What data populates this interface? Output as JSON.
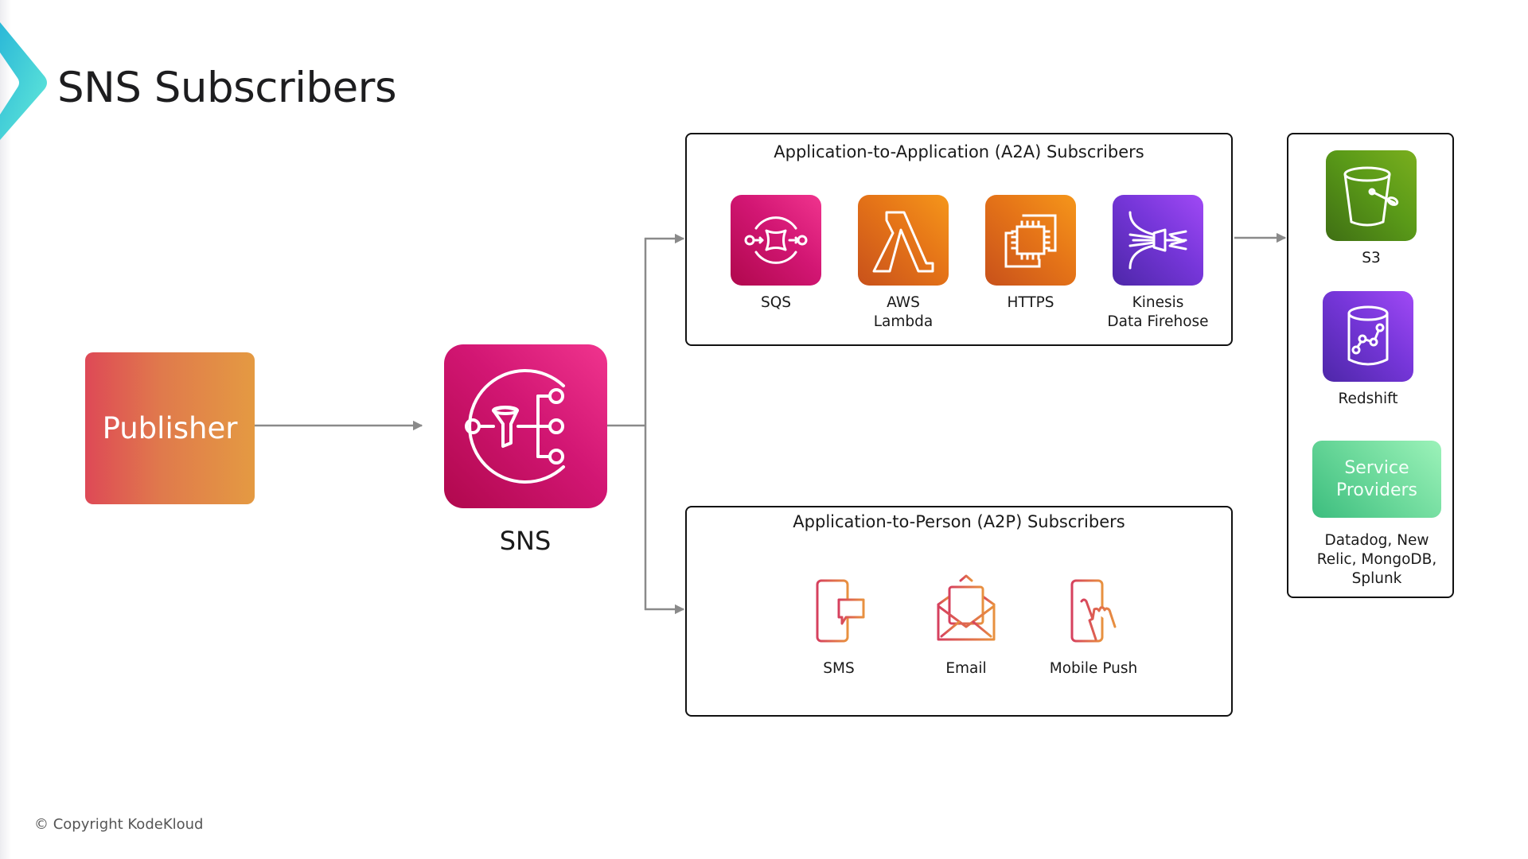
{
  "page": {
    "title": "SNS Subscribers",
    "copyright": "© Copyright KodeKloud",
    "accent_color": "#3cd6d6"
  },
  "publisher": {
    "label": "Publisher",
    "colors": [
      "#de4956",
      "#e49a42"
    ]
  },
  "sns": {
    "label": "SNS",
    "icon": "sns-icon",
    "color": "#d21673"
  },
  "a2a": {
    "title": "Application-to-Application (A2A) Subscribers",
    "items": [
      {
        "label_line1": "SQS",
        "label_line2": "",
        "icon": "sqs-icon",
        "color": "#d21673"
      },
      {
        "label_line1": "AWS",
        "label_line2": "Lambda",
        "icon": "lambda-icon",
        "color": "#e57418"
      },
      {
        "label_line1": "HTTPS",
        "label_line2": "",
        "icon": "https-chip-icon",
        "color": "#e57418"
      },
      {
        "label_line1": "Kinesis",
        "label_line2": "Data Firehose",
        "icon": "kinesis-firehose-icon",
        "color": "#7636d9"
      }
    ]
  },
  "a2p": {
    "title": "Application-to-Person (A2P) Subscribers",
    "items": [
      {
        "label": "SMS",
        "icon": "sms-phone-icon"
      },
      {
        "label": "Email",
        "icon": "email-envelope-icon"
      },
      {
        "label": "Mobile Push",
        "icon": "mobile-push-icon"
      }
    ],
    "icon_colors": [
      "#d6405e",
      "#e8913f"
    ]
  },
  "destinations": {
    "items": [
      {
        "label": "S3",
        "icon": "s3-bucket-icon",
        "color": "#5a9a18"
      },
      {
        "label": "Redshift",
        "icon": "redshift-icon",
        "color": "#7636d9"
      }
    ],
    "service_providers": {
      "line1": "Service",
      "line2": "Providers",
      "description_line1": "Datadog, New",
      "description_line2": "Relic, MongoDB,",
      "description_line3": "Splunk",
      "color": "#6cd99b"
    }
  },
  "connector_color": "#8a8a8a"
}
